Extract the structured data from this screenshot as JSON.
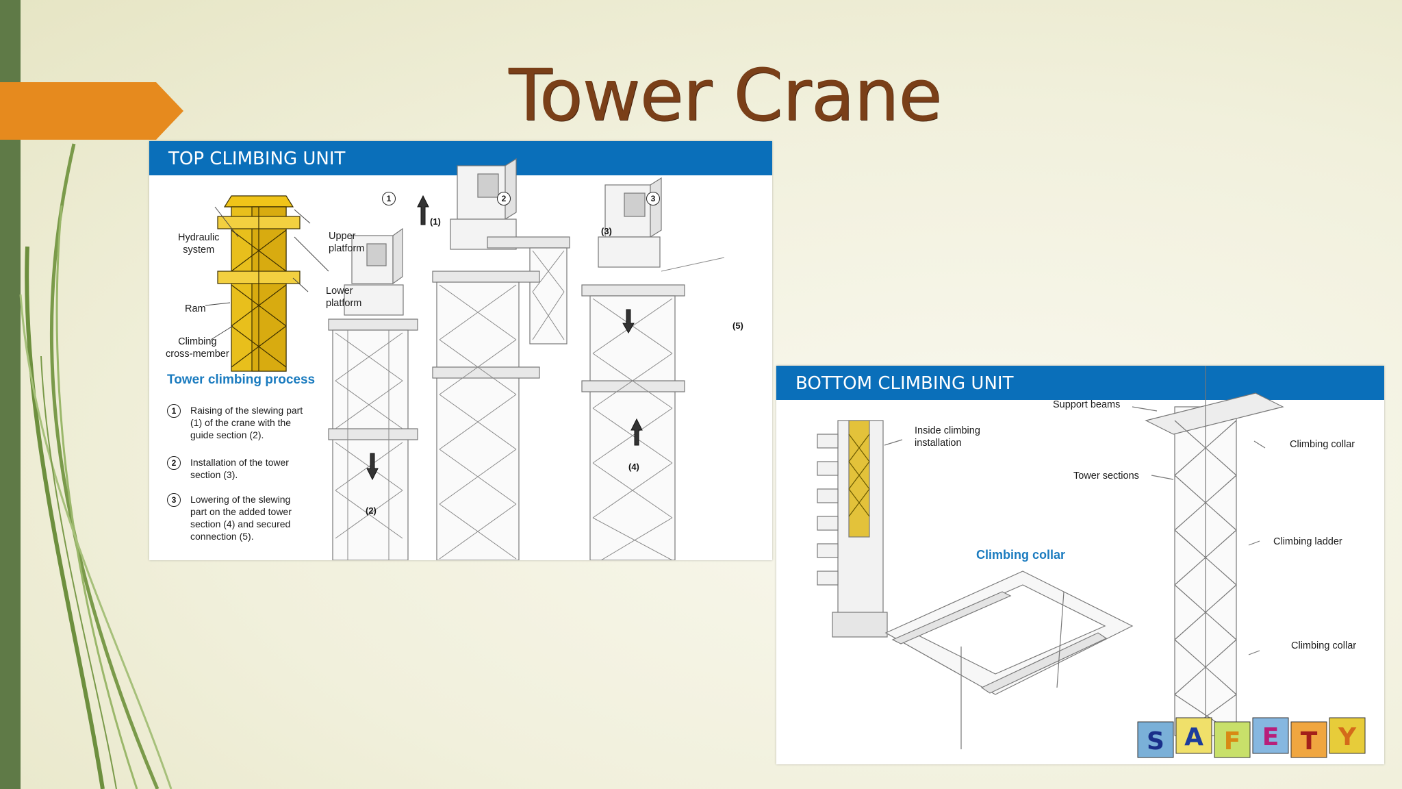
{
  "slide": {
    "title": "Tower Crane"
  },
  "top_panel": {
    "header": "TOP CLIMBING UNIT",
    "labels": {
      "hydraulic": "Hydraulic\nsystem",
      "upper": "Upper\nplatform",
      "lower": "Lower\nplatform",
      "ram": "Ram",
      "cross": "Climbing\ncross-member"
    },
    "process_title": "Tower climbing process",
    "steps": [
      {
        "num": "1",
        "text": "Raising of the slewing part (1) of the crane with the guide section (2)."
      },
      {
        "num": "2",
        "text": "Installation of the tower section (3)."
      },
      {
        "num": "3",
        "text": "Lowering of the slewing part on the added tower section (4) and secured connection (5)."
      }
    ],
    "figure_numbers": [
      "1",
      "2",
      "3"
    ],
    "callouts": [
      "(1)",
      "(2)",
      "(3)",
      "(4)",
      "(5)"
    ]
  },
  "bottom_panel": {
    "header": "BOTTOM CLIMBING UNIT",
    "labels": {
      "inside": "Inside climbing\ninstallation",
      "support": "Support beams",
      "collar_top": "Climbing collar",
      "sections": "Tower sections",
      "ladder": "Climbing ladder",
      "collar_bottom": "Climbing collar"
    },
    "collar_title": "Climbing collar"
  },
  "safety_blocks": [
    "S",
    "A",
    "F",
    "E",
    "T",
    "Y"
  ],
  "colors": {
    "accent_orange": "#e68a1e",
    "sidebar_green": "#5f7a47",
    "header_blue": "#0a6fba",
    "title_brown": "#7a3f18"
  }
}
